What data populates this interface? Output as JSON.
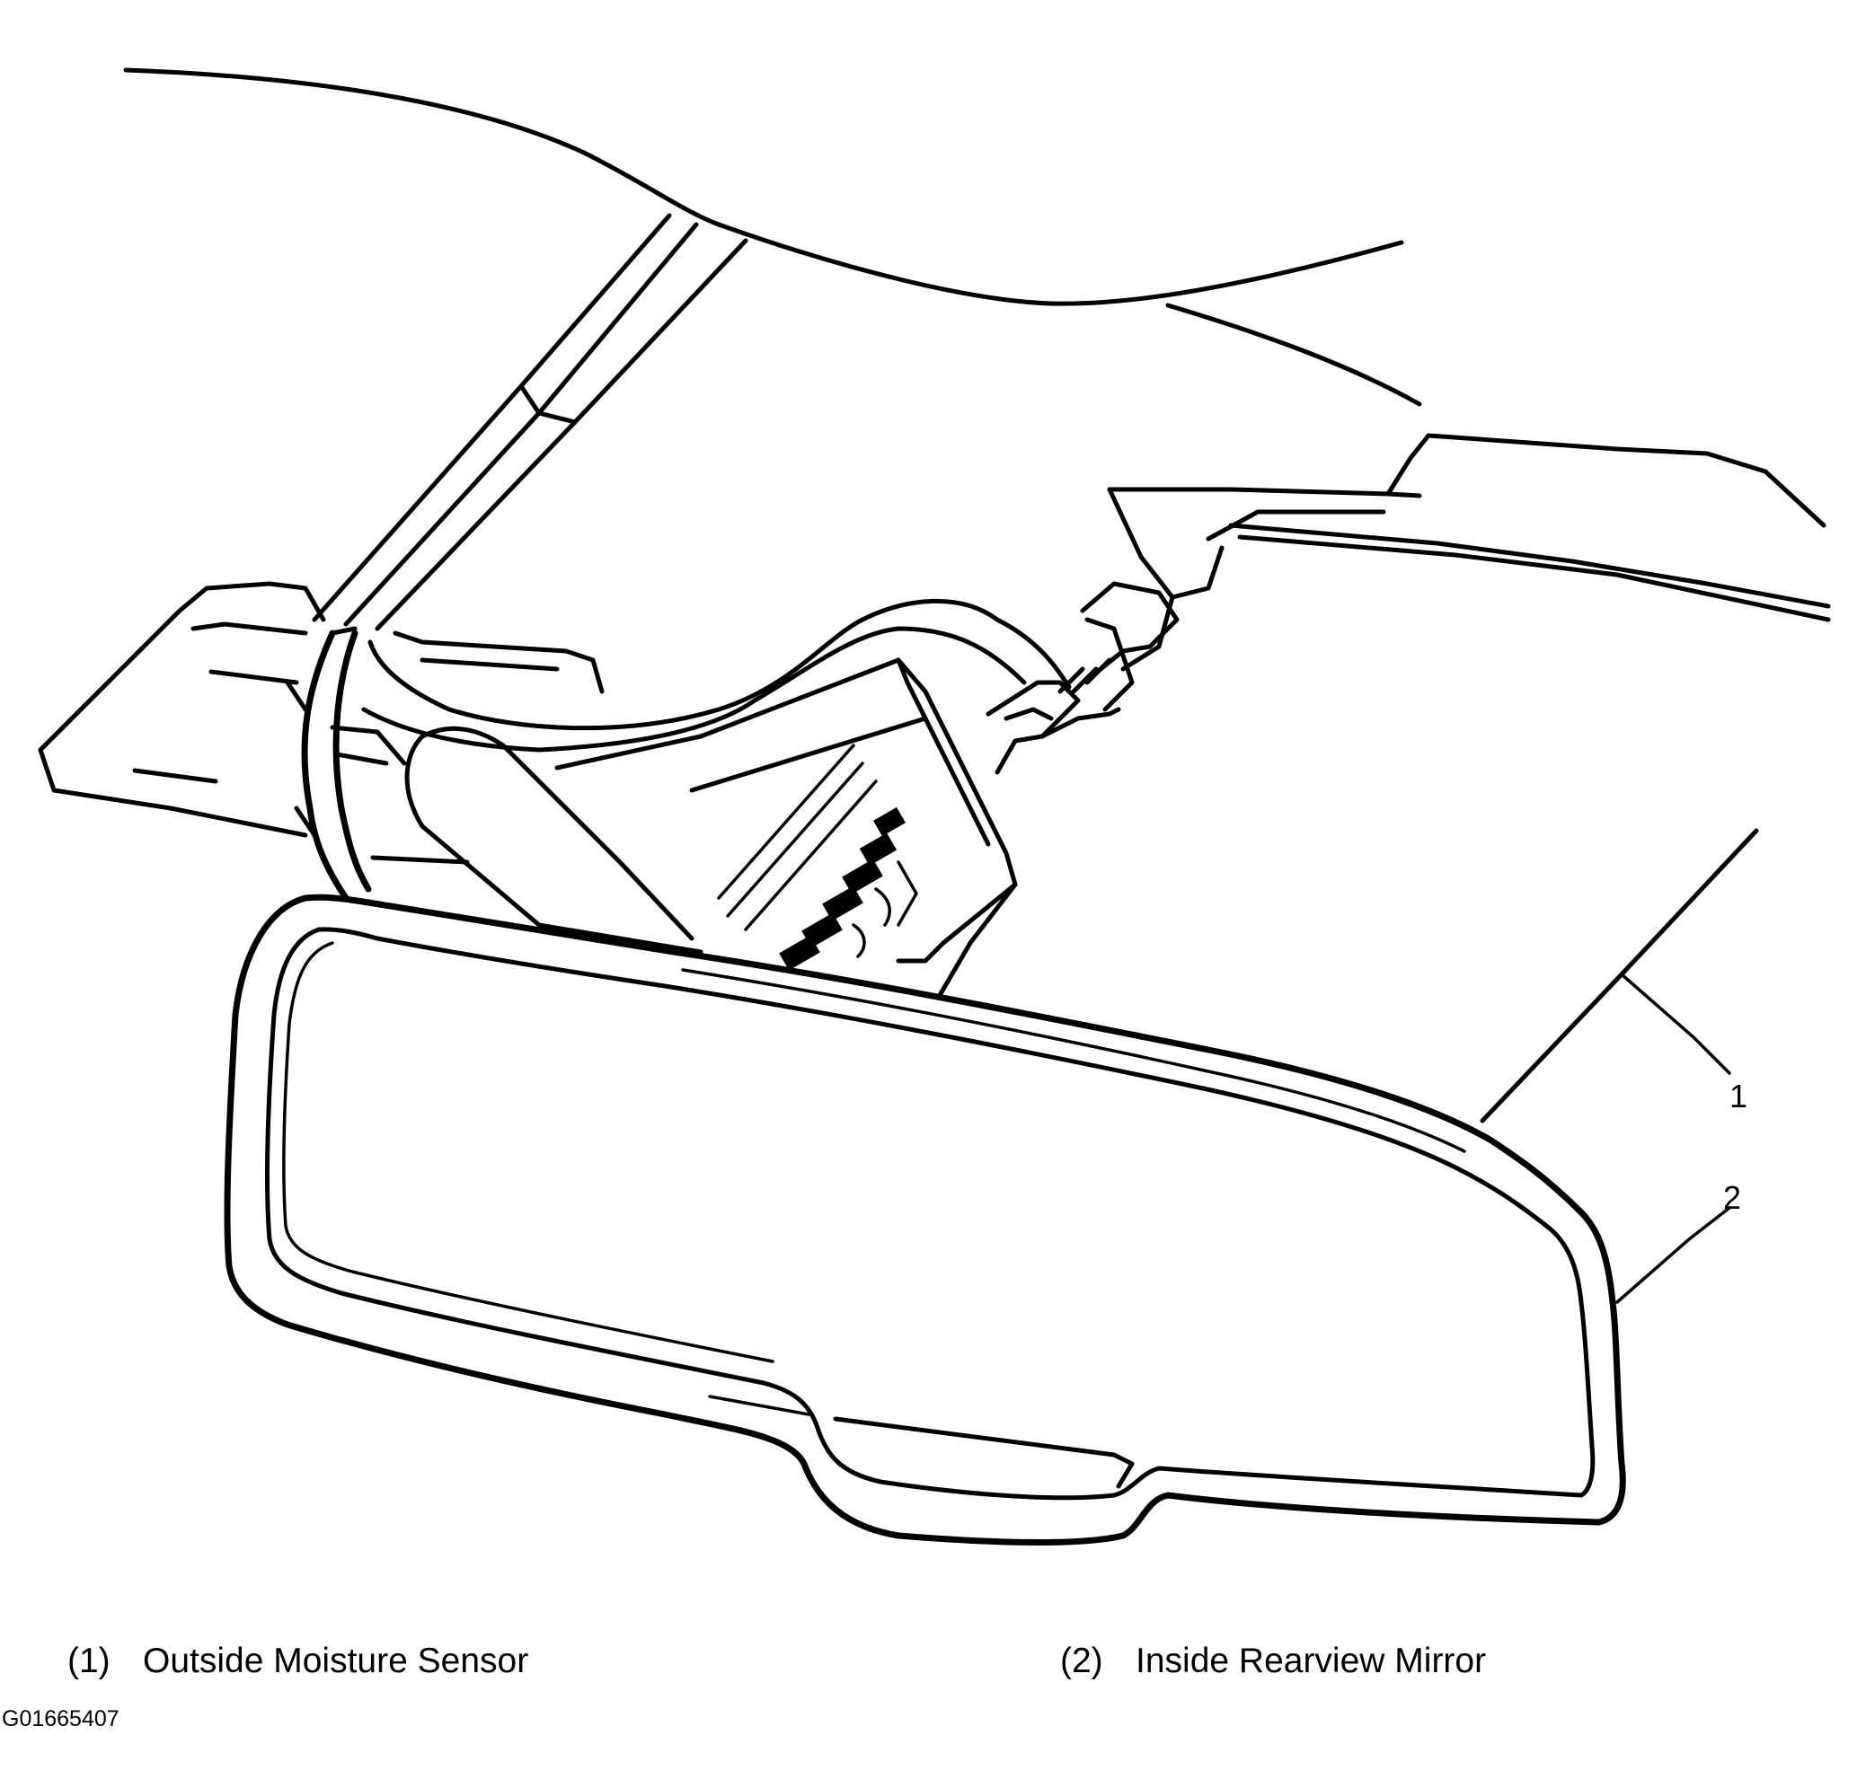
{
  "callouts": [
    {
      "number": "1",
      "legend_label": "(1)",
      "text": "Outside Moisture Sensor"
    },
    {
      "number": "2",
      "legend_label": "(2)",
      "text": "Inside Rearview Mirror"
    }
  ],
  "figure_id": "G01665407"
}
